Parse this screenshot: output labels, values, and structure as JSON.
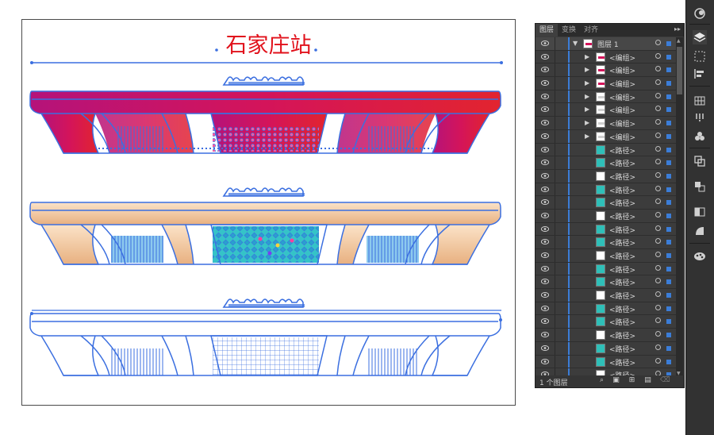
{
  "document": {
    "title": "石家庄站"
  },
  "layers_panel": {
    "tabs": [
      {
        "label": "图层",
        "active": true
      },
      {
        "label": "变换",
        "active": false
      },
      {
        "label": "对齐",
        "active": false
      }
    ],
    "menu_label": "▸▸",
    "layer": {
      "name": "图层 1"
    },
    "groups": [
      "<编组>",
      "<编组>",
      "<编组>",
      "<编组>",
      "<编组>",
      "<编组>",
      "<编组>"
    ],
    "paths": [
      "<路径>",
      "<路径>",
      "<路径>",
      "<路径>",
      "<路径>",
      "<路径>",
      "<路径>",
      "<路径>",
      "<路径>",
      "<路径>",
      "<路径>",
      "<路径>",
      "<路径>",
      "<路径>",
      "<路径>",
      "<路径>",
      "<路径>",
      "<路径>"
    ],
    "footer": {
      "count_label": "1 个图层"
    }
  },
  "colors": {
    "title_red": "#e1111b",
    "path_blue": "#3b6fe0",
    "selection_blue": "#3b7dd8",
    "magenta": "#d4145a",
    "peach": "#f2c8a0",
    "teal_thumb": "#2fbfb8",
    "panel_bg": "#3c3c3c"
  },
  "toolbar": {
    "tools": [
      "color-guide-icon",
      "layers-icon",
      "transform-icon",
      "align-icon",
      "swatches-icon",
      "brushes-icon",
      "symbols-icon",
      "pathfinder-icon",
      "artboards-icon",
      "gradient-icon",
      "transparency-icon",
      "appearance-icon"
    ]
  }
}
